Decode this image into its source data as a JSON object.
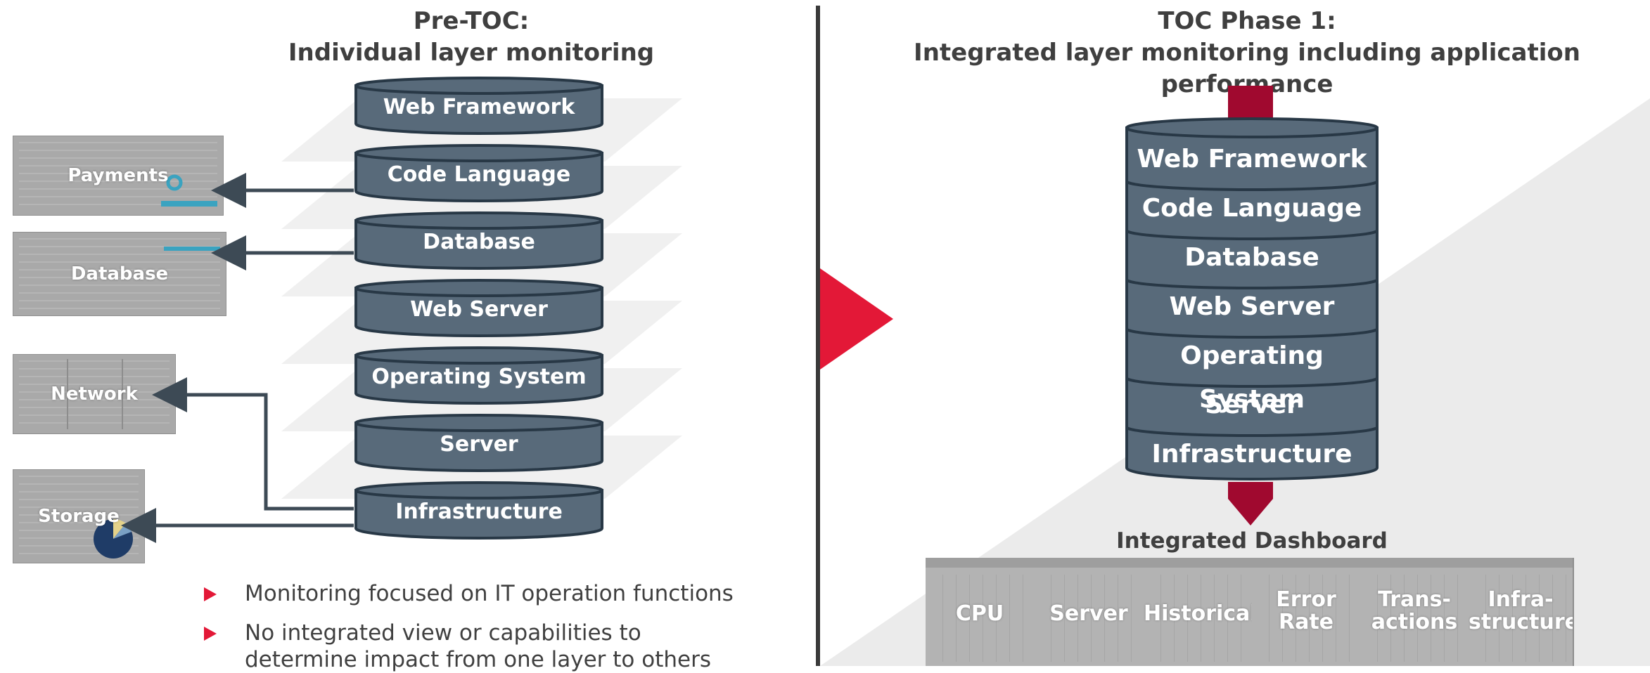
{
  "left": {
    "title_line1": "Pre-TOC:",
    "title_line2": "Individual layer monitoring",
    "layers": [
      "Web Framework",
      "Code Language",
      "Database",
      "Web Server",
      "Operating System",
      "Server",
      "Infrastructure"
    ],
    "thumbnails": [
      "Payments",
      "Database",
      "Network",
      "Storage"
    ],
    "bullets": [
      "Monitoring focused on IT operation functions",
      "No integrated view or capabilities to determine impact from one layer to others"
    ]
  },
  "right": {
    "title_line1": "TOC Phase 1:",
    "title_line2": "Integrated layer monitoring including application performance",
    "layers": [
      "Web Framework",
      "Code Language",
      "Database",
      "Web Server",
      "Operating System",
      "Server",
      "Infrastructure"
    ],
    "dashboard_title": "Integrated Dashboard",
    "dashboard_panels": [
      "CPU",
      "Server",
      "Historical",
      "Error Rate",
      "Trans-actions",
      "Infra-structure"
    ]
  },
  "colors": {
    "layer_fill": "#586a7a",
    "layer_stroke": "#283846",
    "accent_red": "#e31837",
    "flow_maroon": "#a0092f",
    "arrow": "#3d4a55"
  }
}
